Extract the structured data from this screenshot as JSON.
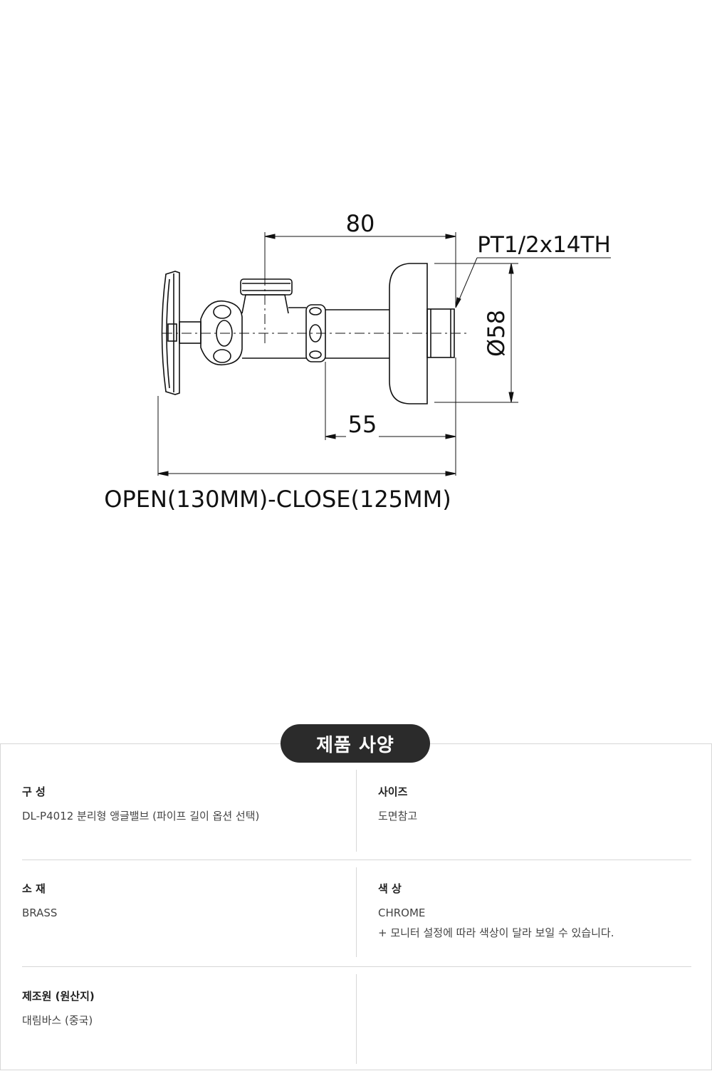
{
  "drawing": {
    "dim_top": "80",
    "dim_thread": "PT1/2x14TH",
    "dim_diameter": "Ø58",
    "dim_mid": "55",
    "dim_overall": "OPEN(130MM)-CLOSE(125MM)"
  },
  "spec": {
    "heading": "제품 사양",
    "items": [
      {
        "label": "구 성",
        "value": "DL-P4012 분리형 앵글밸브 (파이프 길이 옵션 선택)"
      },
      {
        "label": "사이즈",
        "value": "도면참고"
      },
      {
        "label": "소 재",
        "value": "BRASS"
      },
      {
        "label": "색 상",
        "value": "CHROME",
        "note": "+ 모니터 설정에 따라 색상이 달라 보일 수 있습니다."
      },
      {
        "label": "제조원 (원산지)",
        "value": "대림바스 (중국)"
      }
    ]
  }
}
